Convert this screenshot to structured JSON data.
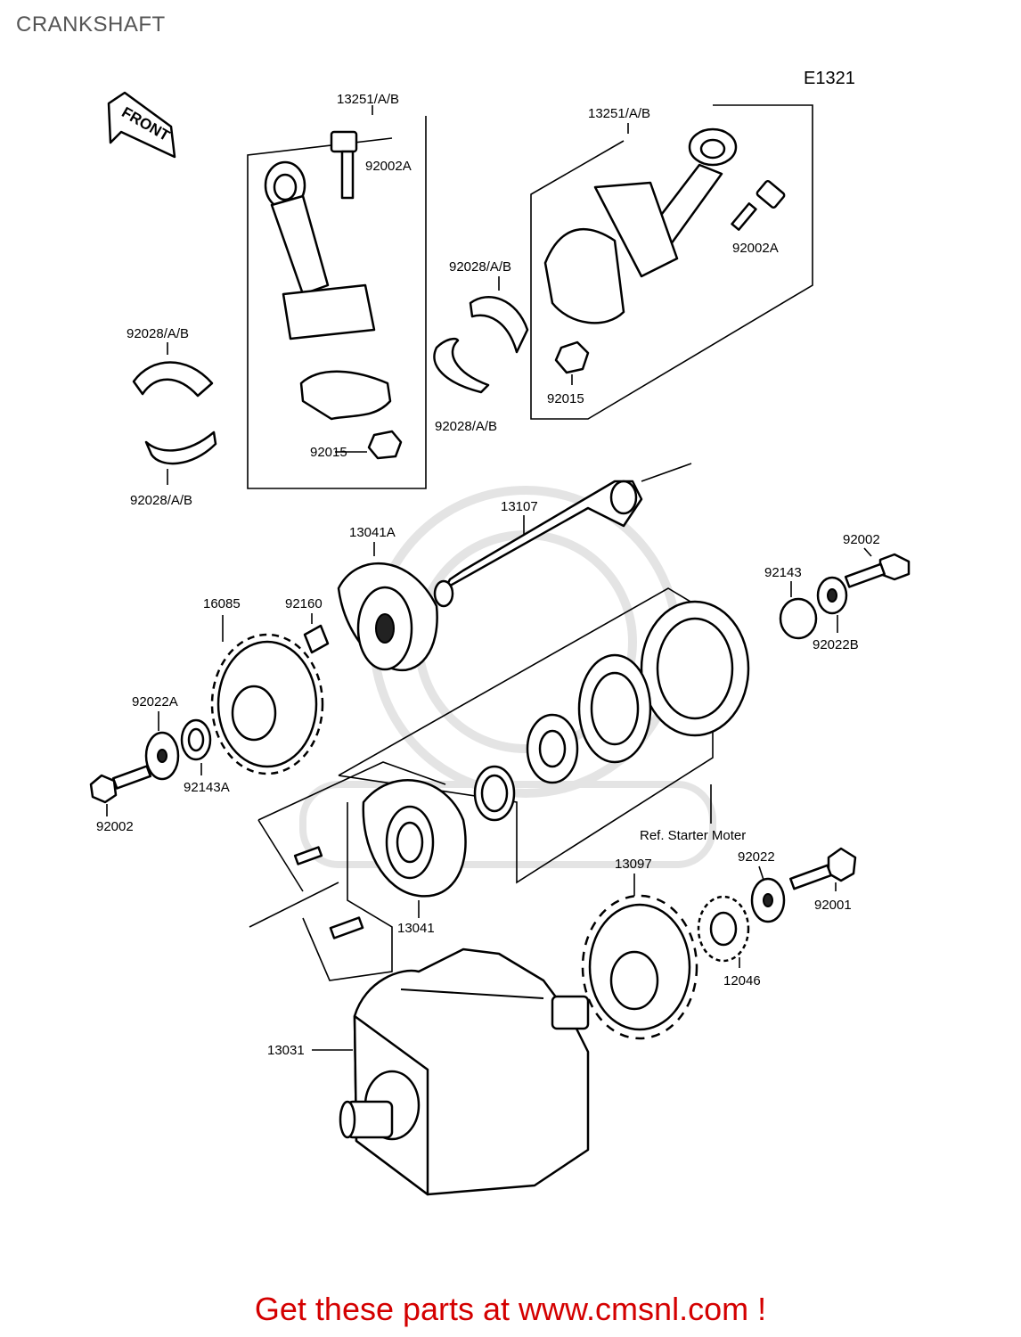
{
  "header": {
    "title": "CRANKSHAFT"
  },
  "diagram": {
    "code": "E1321",
    "front_label": "FRONT",
    "labels": {
      "rod_left": "13251/A/B",
      "rod_right": "13251/A/B",
      "bolt_left": "92002A",
      "bolt_right": "92002A",
      "bearing_center_top": "92028/A/B",
      "bearing_center_bottom": "92028/A/B",
      "bearing_left_top": "92028/A/B",
      "bearing_left_bottom": "92028/A/B",
      "nut_left": "92015",
      "nut_right": "92015",
      "shaft": "13107",
      "coupling_upper": "13041A",
      "damper": "92160",
      "sprocket": "16085",
      "washer_a": "92022A",
      "collar_a": "92143A",
      "bolt_lower_left": "92002",
      "bolt_upper_right": "92002",
      "collar_upper_right": "92143",
      "washer_b": "92022B",
      "starter_ref": "Ref. Starter Moter",
      "coupling_lower": "13041",
      "sprocket_drive": "13097",
      "washer_lower_right": "92022",
      "bolt_lower_right": "92001",
      "gear": "12046",
      "crankshaft": "13031"
    }
  },
  "footer": {
    "cta": "Get these parts at www.cmsnl.com !"
  },
  "colors": {
    "title": "#555555",
    "cta": "#d40000",
    "watermark": "#e4e4e4"
  }
}
